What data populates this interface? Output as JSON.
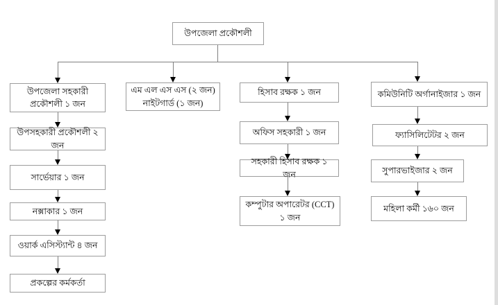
{
  "colors": {
    "background": "#ffffff",
    "box_fill": "#ffffff",
    "box_border": "#9c9c9c",
    "connector_line": "#7f7f7f",
    "arrowhead": "#000000",
    "text": "#111111"
  },
  "org": {
    "root": "উপজেলা প্রকৌশলী",
    "col1": [
      "উপজেলা সহকারী প্রকৌশলী ১ জন",
      "উপসহকারী প্রকৌশলী ২ জন",
      "সার্ভেয়ার ১ জন",
      "নক্সাকার ১ জন",
      "ওয়ার্ক এসিস্ট্যান্ট ৪ জন",
      "প্রকল্পের কর্মকর্তা"
    ],
    "col2": {
      "line1": "এম এল এস এস (২ জন)",
      "line2": "নাইটগার্ড (১ জন)"
    },
    "col3": [
      "হিসাব রক্ষক ১ জন",
      "অফিস সহকারী ১ জন",
      "সহকারী হিসাব রক্ষক ১ জন",
      "কম্পুটার অপারেটর (CCT) ১ জন"
    ],
    "col4": [
      "কমিউনিটি অর্গানাইজার ১ জন",
      "ফ্যাসিলিটেটর ২ জন",
      "সুপারভাইজার ২ জন",
      "মহিলা কর্মী ১৬০ জন"
    ]
  }
}
